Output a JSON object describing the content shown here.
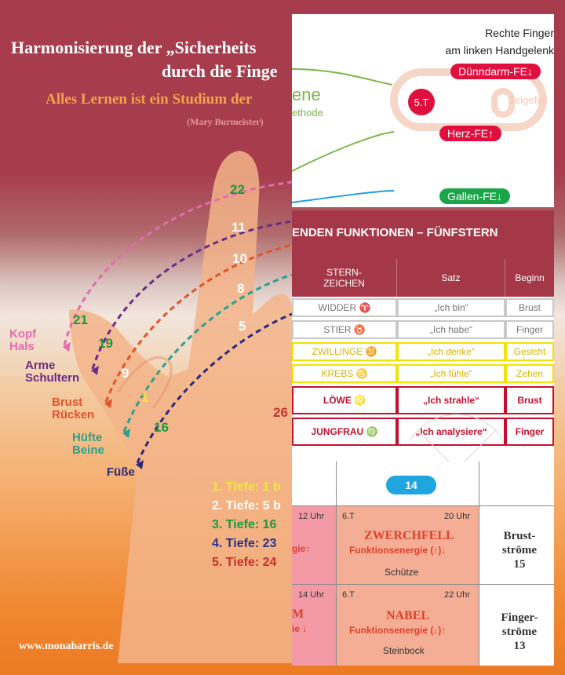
{
  "poster": {
    "title_line1": "Harmonisierung der „Sicherheits",
    "title_line2": "durch die Finge",
    "subtitle": "Alles Lernen ist ein Studium der",
    "author": "(Mary Burmeister)",
    "website": "www.monaharris.de",
    "body_labels": [
      {
        "text_1": "Kopf",
        "text_2": "Hals",
        "color": "#e46bb0"
      },
      {
        "text_1": "Arme",
        "text_2": "Schultern",
        "color": "#6a2c86"
      },
      {
        "text_1": "Brust",
        "text_2": "Rücken",
        "color": "#e0542a"
      },
      {
        "text_1": "Hüfte",
        "text_2": "Beine",
        "color": "#2aa08e"
      },
      {
        "text_1": "Füße",
        "text_2": "",
        "color": "#2a2a7a"
      }
    ],
    "numbers": [
      "22",
      "11",
      "10",
      "8",
      "5",
      "21",
      "19",
      "9",
      "1",
      "16",
      "26"
    ],
    "depths": [
      {
        "label": "1. Tiefe:  1 b",
        "color": "#f3e540"
      },
      {
        "label": "2. Tiefe:  5 b",
        "color": "#ffffff"
      },
      {
        "label": "3. Tiefe:  16",
        "color": "#1a9a3a"
      },
      {
        "label": "4. Tiefe:  23",
        "color": "#2a3486"
      },
      {
        "label": "5. Tiefe:  24",
        "color": "#c8302a"
      }
    ]
  },
  "panel_top": {
    "title_line1": "Rechte Finger",
    "title_line2": "am linken Handgelenk",
    "pill_1": "Dünndarm-FE↓",
    "pill_2": "Herz-FE↑",
    "pill_3": "Gallen-FE↓",
    "badge": "5.T",
    "finger_label": "Zeigefin",
    "partial_1": "ene",
    "partial_2": "ethode"
  },
  "panel_table": {
    "title": "ENDEN FUNKTIONEN – FÜNFSTERN",
    "headers": [
      "STERN-\nZEICHEN",
      "Satz",
      "Beginn"
    ],
    "rows": [
      {
        "sign": "WIDDER ♈",
        "satz": "„Ich bin“",
        "beginn": "Brust",
        "color": "#777777",
        "border": "#c8c8c8",
        "bold": false
      },
      {
        "sign": "STIER ♉",
        "satz": "„Ich habe“",
        "beginn": "Finger",
        "color": "#777777",
        "border": "#c8c8c8",
        "bold": false
      },
      {
        "sign": "ZWILLINGE ♊",
        "satz": "„Ich denke“",
        "beginn": "Gesicht",
        "color": "#d6b400",
        "border": "#f2e300",
        "bold": false
      },
      {
        "sign": "KREBS ♋",
        "satz": "„Ich fühle“",
        "beginn": "Zehen",
        "color": "#d6b400",
        "border": "#f2e300",
        "bold": false
      },
      {
        "sign": "LÖWE ♌",
        "satz": "„Ich strahle“",
        "beginn": "Brust",
        "color": "#c4102e",
        "border": "#c4102e",
        "bold": true
      },
      {
        "sign": "JUNGFRAU ♍",
        "satz": "„Ich analysiere“",
        "beginn": "Finger",
        "color": "#c4102e",
        "border": "#c4102e",
        "bold": true
      }
    ]
  },
  "panel_bottom": {
    "bubble": "14",
    "row1": {
      "left_time": "12 Uhr",
      "left_text": "gie↑",
      "num": "6.T",
      "time": "20 Uhr",
      "name": "ZWERCHFELL",
      "fn": "Funktionsenergie (↑)↓",
      "sign": "Schütze",
      "right_1": "Brust-",
      "right_2": "ströme",
      "right_3": "15"
    },
    "row2": {
      "left_time": "14 Uhr",
      "left_text_1": "M",
      "left_text_2": "ie ↓",
      "num": "6.T",
      "time": "22 Uhr",
      "name": "NABEL",
      "fn": "Funktionsenergie (↓)↑",
      "sign": "Steinbock",
      "right_1": "Finger-",
      "right_2": "ströme",
      "right_3": "13"
    }
  }
}
